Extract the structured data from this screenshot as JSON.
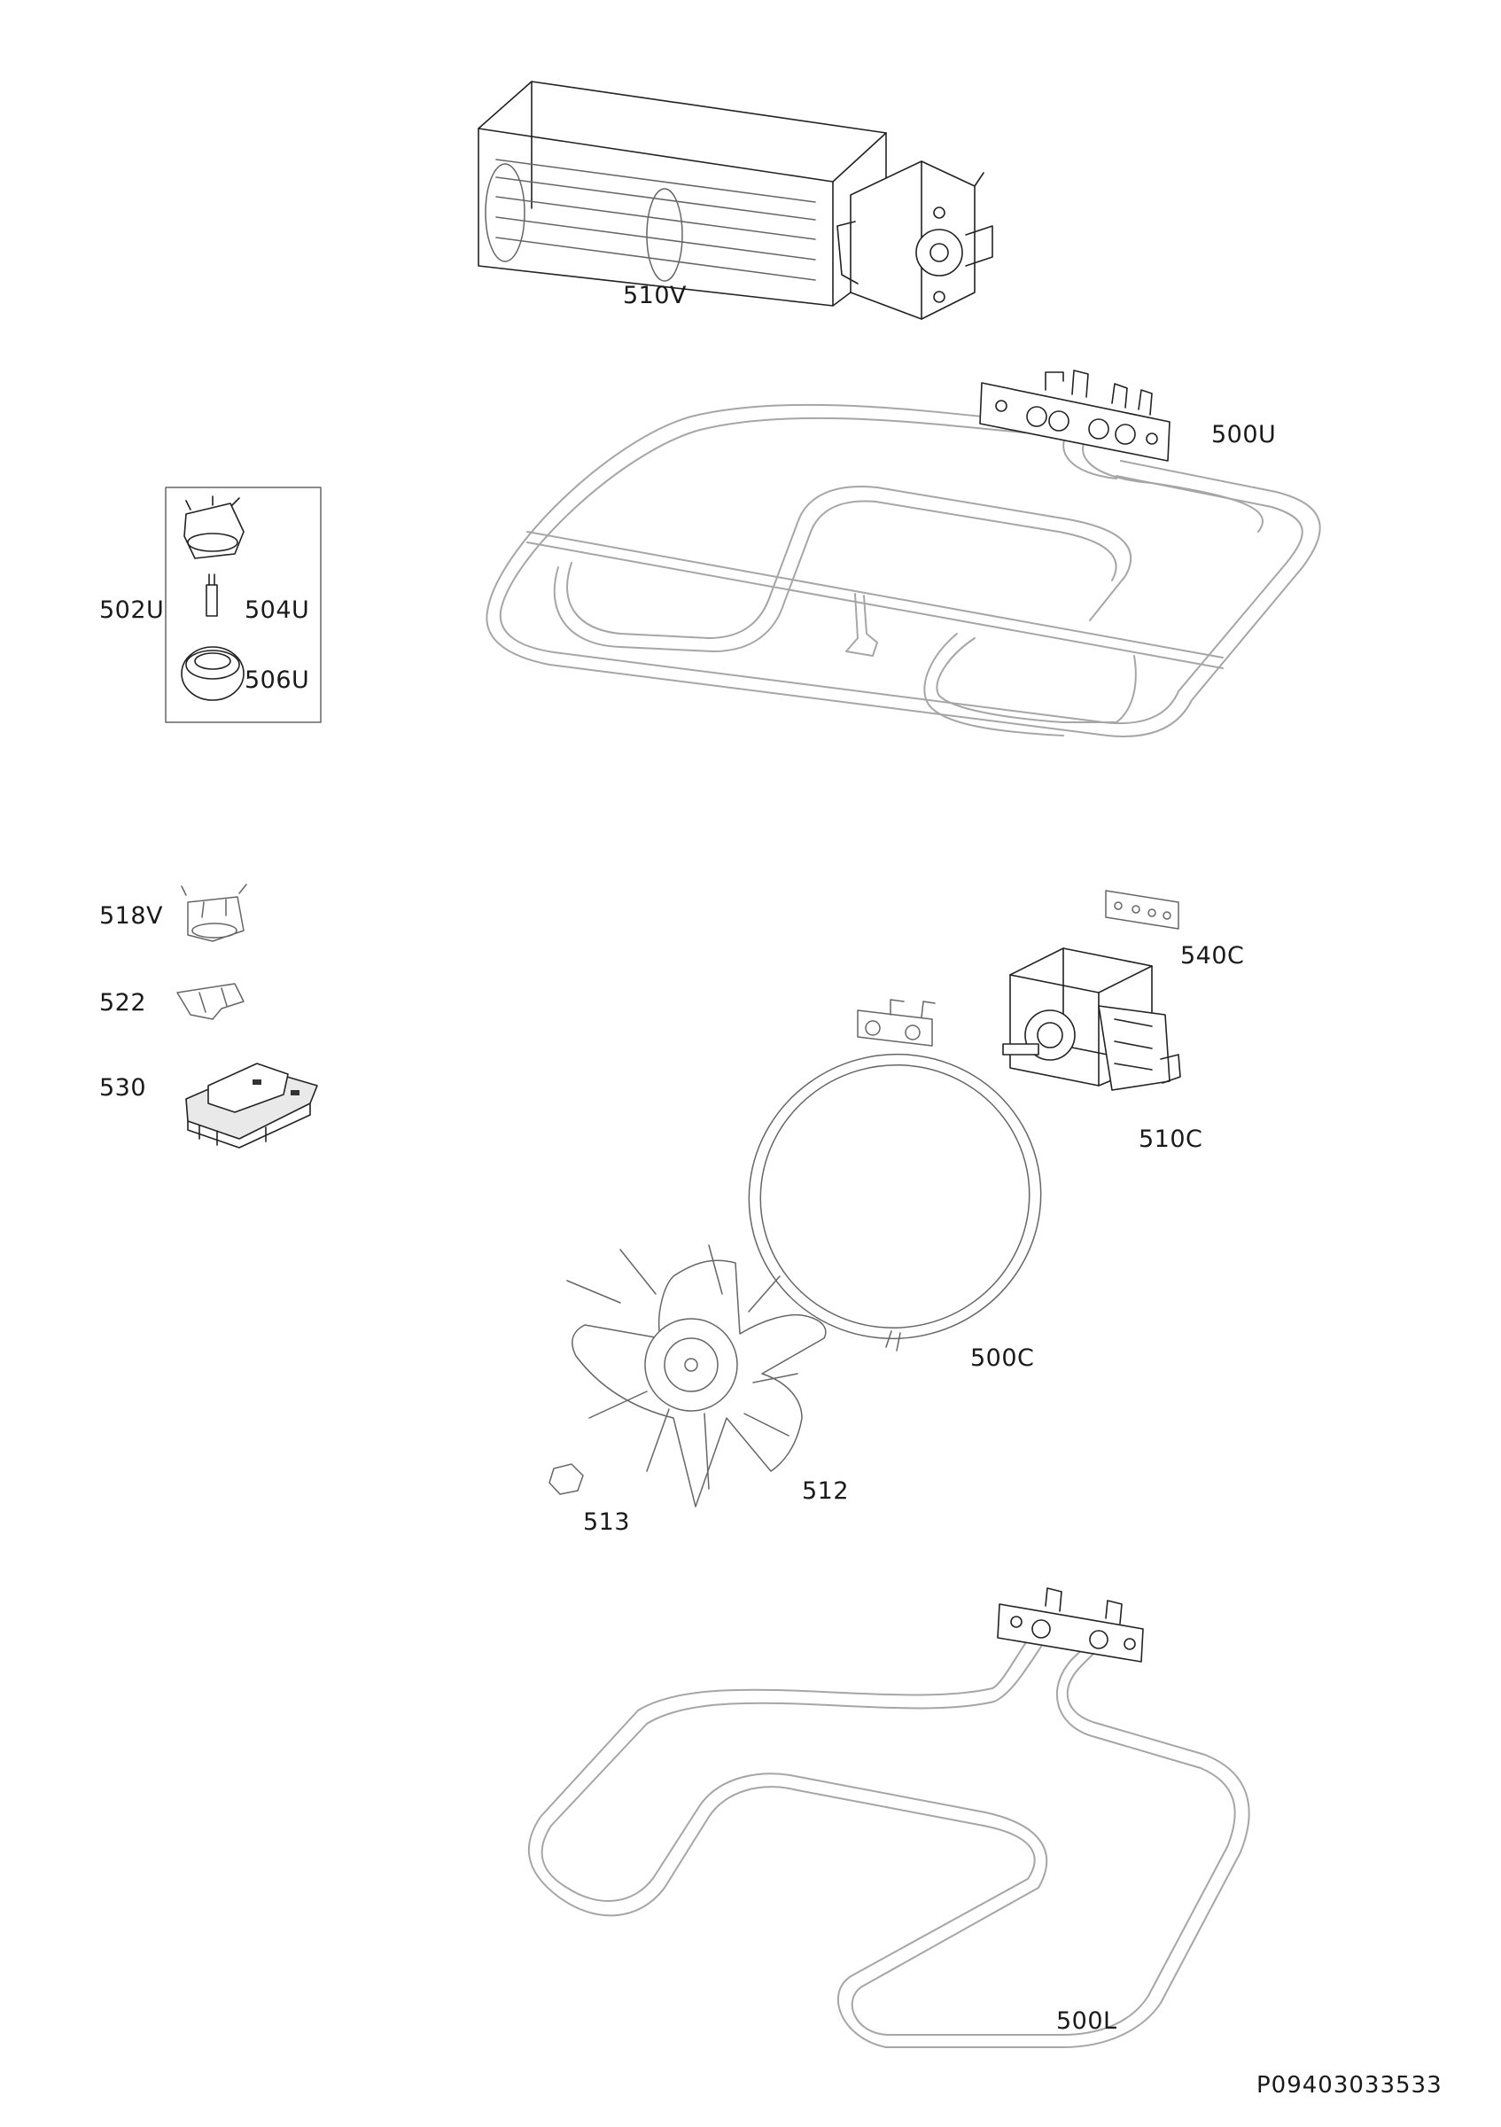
{
  "parts": [
    {
      "id": "tangential-fan",
      "label": "510V"
    },
    {
      "id": "upper-heater",
      "label": "500U"
    },
    {
      "id": "lamp-group",
      "label": "502U"
    },
    {
      "id": "lamp-bulb",
      "label": "504U"
    },
    {
      "id": "lamp-cover",
      "label": "506U"
    },
    {
      "id": "thermostat",
      "label": "518V"
    },
    {
      "id": "clip",
      "label": "522"
    },
    {
      "id": "control-module",
      "label": "530"
    },
    {
      "id": "gasket-plate",
      "label": "540C"
    },
    {
      "id": "fan-motor",
      "label": "510C"
    },
    {
      "id": "ring-heater",
      "label": "500C"
    },
    {
      "id": "fan-blade",
      "label": "512"
    },
    {
      "id": "nut",
      "label": "513"
    },
    {
      "id": "lower-heater",
      "label": "500L"
    }
  ],
  "document_code": "P09403033533"
}
